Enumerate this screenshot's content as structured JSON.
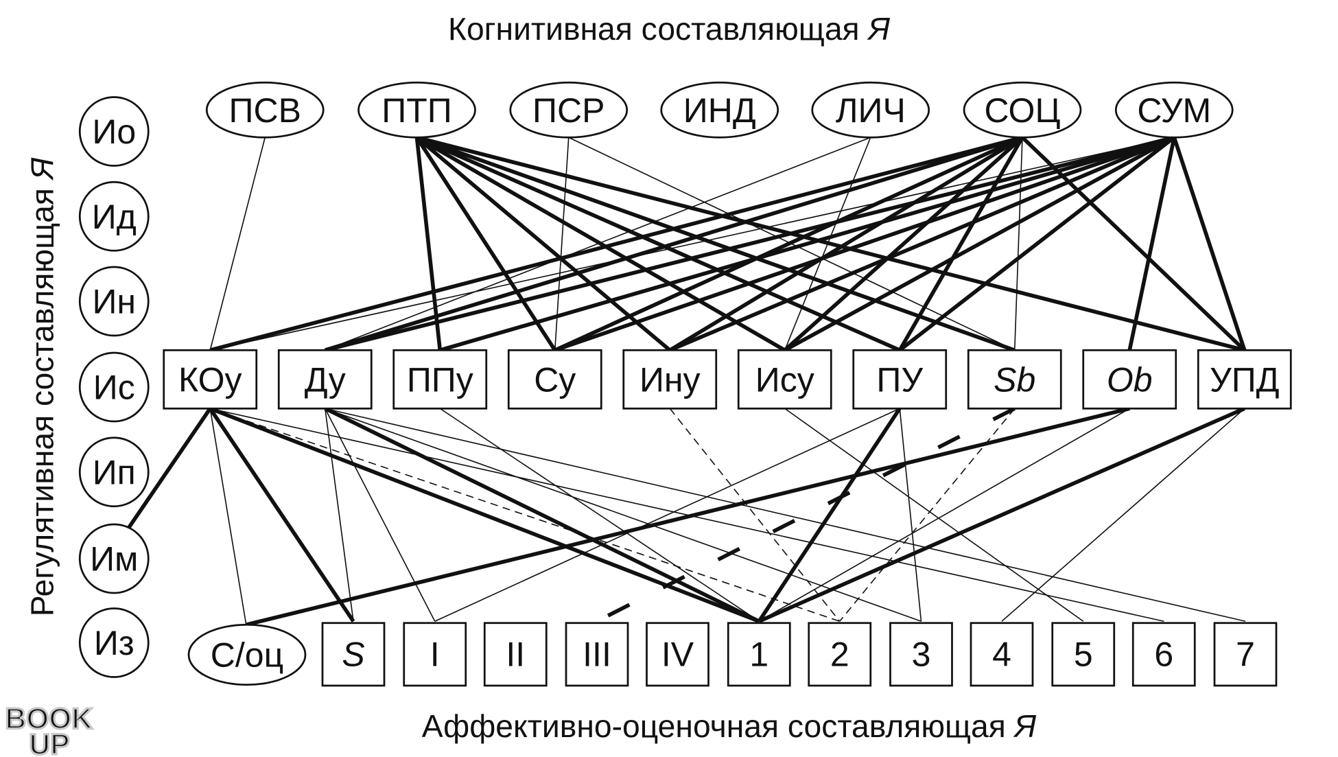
{
  "titles": {
    "top": "Когнитивная составляющая ",
    "top_it": "Я",
    "bottom": "Аффективно-оценочная составляющая ",
    "bottom_it": "Я",
    "left": "Регулятивная составляющая ",
    "left_it": "Я"
  },
  "watermark": [
    "BOOK",
    "UP"
  ],
  "left_circles": [
    "Ио",
    "Ид",
    "Ин",
    "Ис",
    "Ип",
    "Им",
    "Из"
  ],
  "top_ellipses": [
    "ПСВ",
    "ПТП",
    "ПСР",
    "ИНД",
    "ЛИЧ",
    "СОЦ",
    "СУМ"
  ],
  "middle_boxes": [
    {
      "id": "KOu",
      "label": "КОу",
      "italic": false
    },
    {
      "id": "Du",
      "label": "Ду",
      "italic": false
    },
    {
      "id": "PPu",
      "label": "ППу",
      "italic": false
    },
    {
      "id": "Su",
      "label": "Су",
      "italic": false
    },
    {
      "id": "Inu",
      "label": "Ину",
      "italic": false
    },
    {
      "id": "Isu",
      "label": "Ису",
      "italic": false
    },
    {
      "id": "PU",
      "label": "ПУ",
      "italic": false
    },
    {
      "id": "Sb",
      "label": "Sb",
      "italic": true
    },
    {
      "id": "Ob",
      "label": "Ob",
      "italic": true
    },
    {
      "id": "UPD",
      "label": "УПД",
      "italic": false
    }
  ],
  "bottom_ellipse": "С/оц",
  "bottom_boxes": [
    {
      "id": "S",
      "label": "S",
      "italic": true
    },
    {
      "id": "I",
      "label": "I",
      "italic": false
    },
    {
      "id": "II",
      "label": "II",
      "italic": false
    },
    {
      "id": "III",
      "label": "III",
      "italic": false
    },
    {
      "id": "IV",
      "label": "IV",
      "italic": false
    },
    {
      "id": "b1",
      "label": "1",
      "italic": false
    },
    {
      "id": "b2",
      "label": "2",
      "italic": false
    },
    {
      "id": "b3",
      "label": "3",
      "italic": false
    },
    {
      "id": "b4",
      "label": "4",
      "italic": false
    },
    {
      "id": "b5",
      "label": "5",
      "italic": false
    },
    {
      "id": "b6",
      "label": "6",
      "italic": false
    },
    {
      "id": "b7",
      "label": "7",
      "italic": false
    }
  ],
  "edges": [
    {
      "from": "ПСВ",
      "to": "КОу",
      "style": "thin"
    },
    {
      "from": "ПТП",
      "to": "ППу",
      "style": "thick"
    },
    {
      "from": "ПТП",
      "to": "Су",
      "style": "thick"
    },
    {
      "from": "ПТП",
      "to": "Ину",
      "style": "thick"
    },
    {
      "from": "ПТП",
      "to": "Ису",
      "style": "thick"
    },
    {
      "from": "ПТП",
      "to": "ПУ",
      "style": "thick"
    },
    {
      "from": "ПТП",
      "to": "Sb",
      "style": "thick"
    },
    {
      "from": "ПТП",
      "to": "УПД",
      "style": "thick"
    },
    {
      "from": "ПСР",
      "to": "Су",
      "style": "thin"
    },
    {
      "from": "ПСР",
      "to": "Sb",
      "style": "thin"
    },
    {
      "from": "ЛИЧ",
      "to": "Ду",
      "style": "thin"
    },
    {
      "from": "ЛИЧ",
      "to": "Ису",
      "style": "thin"
    },
    {
      "from": "СОЦ",
      "to": "КОу",
      "style": "thick"
    },
    {
      "from": "СОЦ",
      "to": "Ду",
      "style": "thick"
    },
    {
      "from": "СОЦ",
      "to": "Су",
      "style": "thick"
    },
    {
      "from": "СОЦ",
      "to": "Ину",
      "style": "thick"
    },
    {
      "from": "СОЦ",
      "to": "Ису",
      "style": "thick"
    },
    {
      "from": "СОЦ",
      "to": "ПУ",
      "style": "thick"
    },
    {
      "from": "СОЦ",
      "to": "Sb",
      "style": "thin"
    },
    {
      "from": "СОЦ",
      "to": "УПД",
      "style": "thick"
    },
    {
      "from": "СУМ",
      "to": "КОу",
      "style": "thin"
    },
    {
      "from": "СУМ",
      "to": "Ду",
      "style": "thick"
    },
    {
      "from": "СУМ",
      "to": "ППу",
      "style": "thick"
    },
    {
      "from": "СУМ",
      "to": "Су",
      "style": "thick"
    },
    {
      "from": "СУМ",
      "to": "Ину",
      "style": "thick"
    },
    {
      "from": "СУМ",
      "to": "Ису",
      "style": "thick"
    },
    {
      "from": "СУМ",
      "to": "ПУ",
      "style": "thick"
    },
    {
      "from": "СУМ",
      "to": "Ob",
      "style": "thick"
    },
    {
      "from": "СУМ",
      "to": "УПД",
      "style": "thick"
    },
    {
      "from": "КОу",
      "to": "Им",
      "style": "thick"
    },
    {
      "from": "КОу",
      "to": "С/оц",
      "style": "thin"
    },
    {
      "from": "КОу",
      "to": "S",
      "style": "thick"
    },
    {
      "from": "КОу",
      "to": "1",
      "style": "thick"
    },
    {
      "from": "КОу",
      "to": "2",
      "style": "dashed"
    },
    {
      "from": "КОу",
      "to": "6",
      "style": "thin"
    },
    {
      "from": "Ду",
      "to": "S",
      "style": "thin"
    },
    {
      "from": "Ду",
      "to": "I",
      "style": "thin"
    },
    {
      "from": "Ду",
      "to": "1",
      "style": "thick"
    },
    {
      "from": "Ду",
      "to": "3",
      "style": "thin"
    },
    {
      "from": "Ду",
      "to": "7",
      "style": "thin"
    },
    {
      "from": "ППу",
      "to": "1",
      "style": "thin"
    },
    {
      "from": "Ину",
      "to": "2",
      "style": "dashed"
    },
    {
      "from": "Ису",
      "to": "5",
      "style": "thin"
    },
    {
      "from": "ПУ",
      "to": "1",
      "style": "thick"
    },
    {
      "from": "ПУ",
      "to": "I",
      "style": "thin"
    },
    {
      "from": "ПУ",
      "to": "3",
      "style": "thin"
    },
    {
      "from": "Sb",
      "to": "III",
      "style": "longdash"
    },
    {
      "from": "Sb",
      "to": "2",
      "style": "dashed"
    },
    {
      "from": "Ob",
      "to": "С/оц",
      "style": "thick"
    },
    {
      "from": "Ob",
      "to": "1",
      "style": "thin"
    },
    {
      "from": "УПД",
      "to": "1",
      "style": "thick"
    },
    {
      "from": "УПД",
      "to": "4",
      "style": "thin"
    }
  ]
}
